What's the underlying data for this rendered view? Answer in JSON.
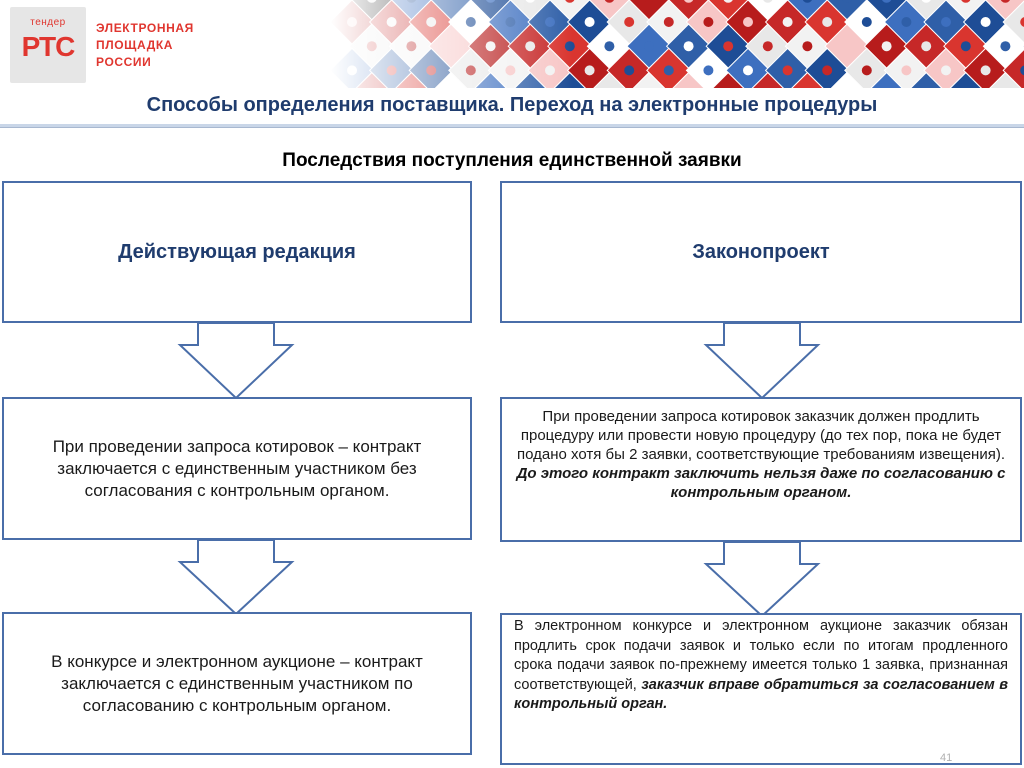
{
  "logo": {
    "small": "тендер",
    "big": "РТС",
    "lines": [
      "ЭЛЕКТРОННАЯ",
      "ПЛОЩАДКА",
      "РОССИИ"
    ]
  },
  "slide": {
    "title": "Способы определения поставщика. Переход на электронные процедуры",
    "subtitle": "Последствия поступления единственной заявки",
    "page_number": "41"
  },
  "left": {
    "header": "Действующая редакция",
    "box1": "При проведении запроса котировок – контракт заключается с единственным участником без согласования с контрольным органом.",
    "box2": "В конкурсе и электронном аукционе – контракт заключается с единственным участником по согласованию с контрольным органом."
  },
  "right": {
    "header": "Законопроект",
    "box1_plain": "При проведении запроса котировок заказчик должен продлить процедуру или провести новую процедуру (до тех пор, пока не будет подано хотя бы 2 заявки, соответствующие требованиям  извещения). ",
    "box1_bold": "До этого контракт заключить нельзя даже по согласованию с контрольным органом.",
    "box2_plain": "В электронном конкурсе и электронном аукционе заказчик обязан продлить срок подачи заявок и только если по итогам продленного срока подачи заявок по-прежнему имеется только 1 заявка, признанная соответствующей, ",
    "box2_bold": "заказчик вправе обратиться за согласованием в контрольный орган."
  },
  "colors": {
    "border": "#4a6ea9",
    "title": "#1f3c6e",
    "logo": "#e0362f"
  }
}
